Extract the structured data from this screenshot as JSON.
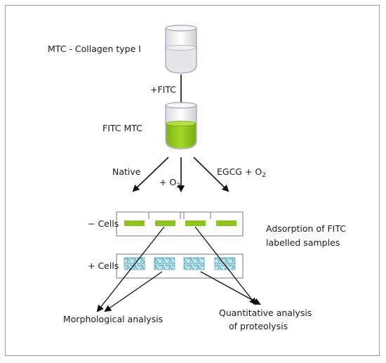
{
  "title_tube1": "MTC - Collagen type I",
  "step_fitc": "+FITC",
  "title_tube2": "FITC MTC",
  "branch_native": "Native",
  "branch_o2_prefix": "+ O",
  "branch_o2_sub": "2",
  "branch_egcg_prefix": "EGCG + O",
  "branch_egcg_sub": "2",
  "row_minus_cells": "− Cells",
  "row_plus_cells": "+ Cells",
  "note_line1": "Adsorption of FITC",
  "note_line2": "labelled samples",
  "out_morph": "Morphological analysis",
  "out_quant_line1": "Quantitative analysis",
  "out_quant_line2": "of proteolysis",
  "colors": {
    "green": "#8dc21f",
    "cells": "#bfe6ee",
    "tube_liquid": "#e8e8ea"
  }
}
